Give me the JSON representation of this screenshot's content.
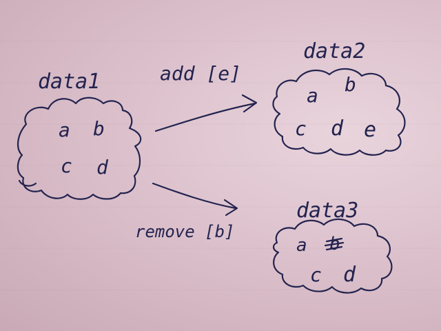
{
  "diagram": {
    "nodes": [
      {
        "id": "data1",
        "title": "data1",
        "items": [
          "a",
          "b",
          "c",
          "d"
        ]
      },
      {
        "id": "data2",
        "title": "data2",
        "items": [
          "a",
          "b",
          "c",
          "d",
          "e"
        ]
      },
      {
        "id": "data3",
        "title": "data3",
        "items": [
          "a",
          "b",
          "c",
          "d"
        ],
        "struck": [
          "b"
        ]
      }
    ],
    "edges": [
      {
        "from": "data1",
        "to": "data2",
        "label": "add [e]"
      },
      {
        "from": "data1",
        "to": "data3",
        "label": "remove [b]"
      }
    ]
  },
  "colors": {
    "ink": "#23234f",
    "paper": "#dcc1cc"
  }
}
